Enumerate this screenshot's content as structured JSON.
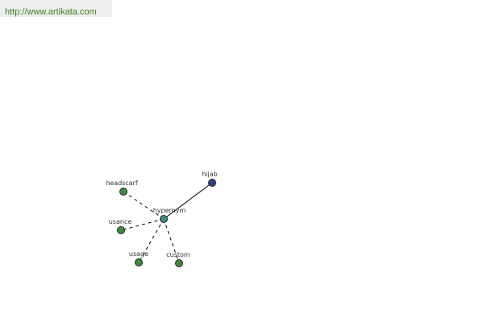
{
  "site": {
    "url_text": "http://www.artikata.com"
  },
  "colors": {
    "center_node": "#3e8a84",
    "leaf_node": "#3f8b3f",
    "target_node": "#2d3f8a",
    "edge": "#000000"
  },
  "graph": {
    "center": {
      "id": "hypernym",
      "label": "hypernym",
      "color_key": "center_node"
    },
    "nodes": [
      {
        "id": "hijab",
        "label": "hijab",
        "color_key": "target_node",
        "edge_style": "solid"
      },
      {
        "id": "headscarf",
        "label": "headscarf",
        "color_key": "leaf_node",
        "edge_style": "dashed"
      },
      {
        "id": "usance",
        "label": "usance",
        "color_key": "leaf_node",
        "edge_style": "dashed"
      },
      {
        "id": "usage",
        "label": "usage",
        "color_key": "leaf_node",
        "edge_style": "dashed"
      },
      {
        "id": "custom",
        "label": "custom",
        "color_key": "leaf_node",
        "edge_style": "dashed"
      }
    ]
  }
}
